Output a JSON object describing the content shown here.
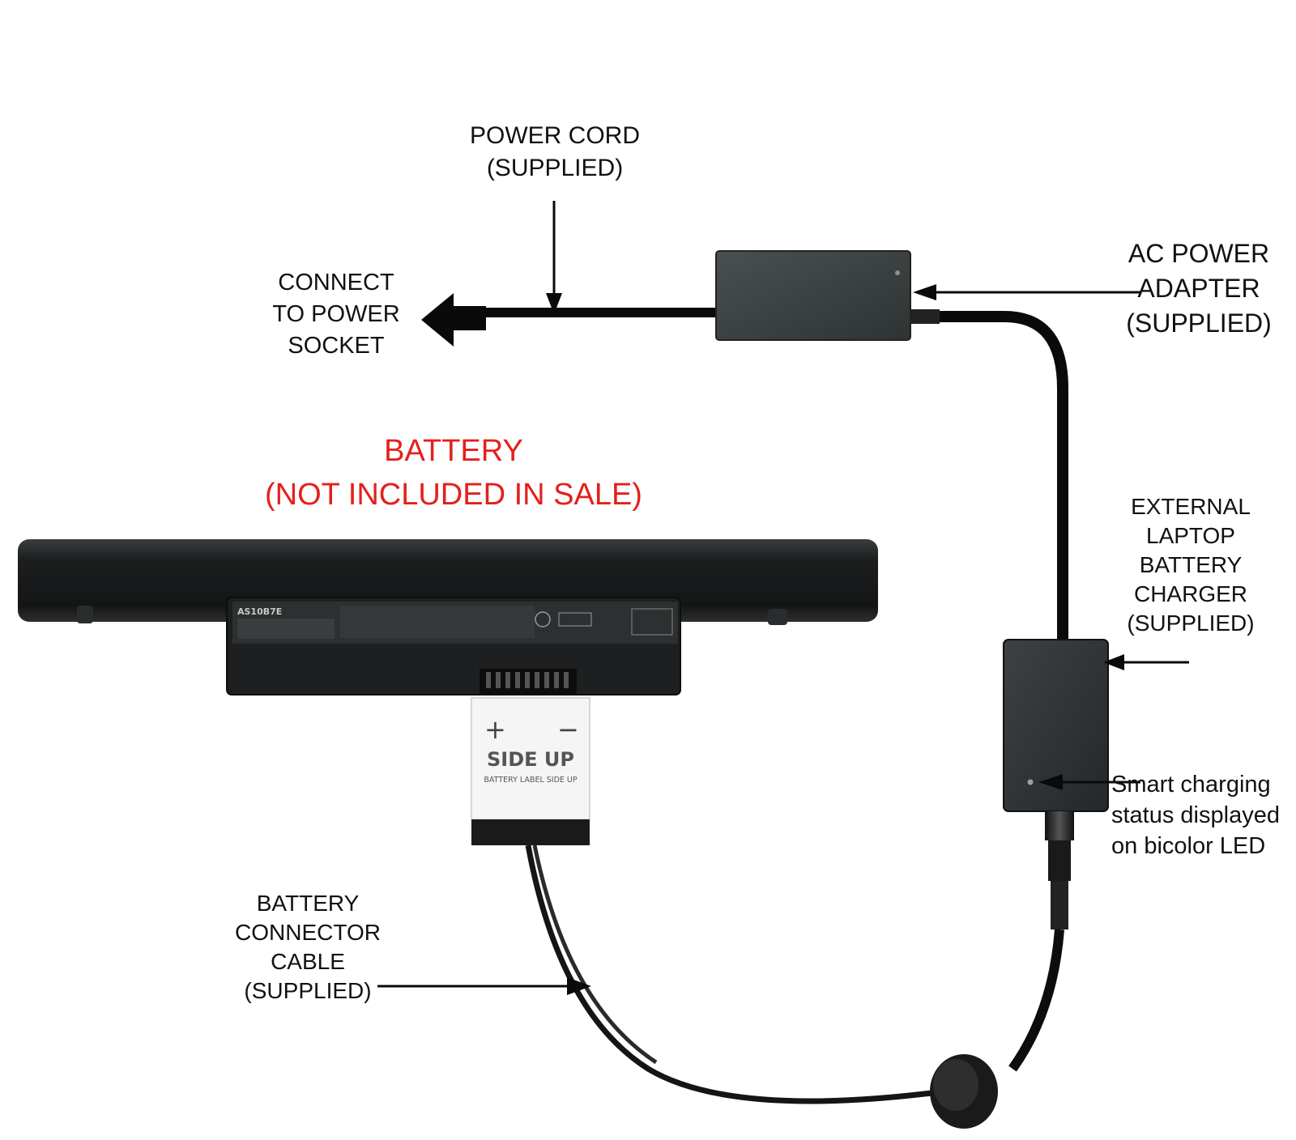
{
  "labels": {
    "power_cord": [
      "POWER CORD",
      "(SUPPLIED)"
    ],
    "connect_socket": [
      "CONNECT",
      "TO POWER",
      "SOCKET"
    ],
    "ac_adapter": [
      "AC POWER",
      "ADAPTER",
      "(SUPPLIED)"
    ],
    "battery_note": [
      "BATTERY",
      "(NOT INCLUDED IN SALE)"
    ],
    "external_charger": [
      "EXTERNAL",
      "LAPTOP",
      "BATTERY",
      "CHARGER",
      "(SUPPLIED)"
    ],
    "smart_charging": [
      "Smart charging",
      "status displayed",
      "on bicolor LED"
    ],
    "connector_cable": [
      "BATTERY",
      "CONNECTOR",
      "CABLE",
      "(SUPPLIED)"
    ]
  },
  "battery_label": {
    "model": "AS10B7E",
    "plus": "+",
    "minus": "−",
    "side_up": "SIDE UP",
    "side_up_sub": "BATTERY LABEL SIDE UP"
  },
  "colors": {
    "text": "#111111",
    "warning": "#e3201b",
    "cable": "#0a0a0a",
    "device": "#3b4040",
    "battery": "#1c1e1f"
  }
}
